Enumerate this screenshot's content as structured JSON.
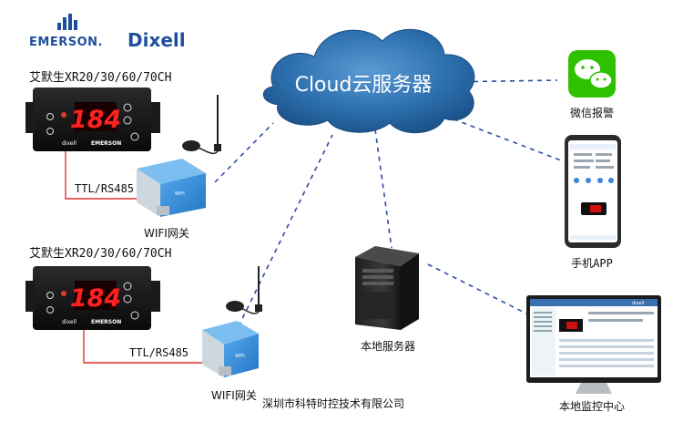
{
  "brands": {
    "emerson": "EMERSON.",
    "dixell": "Dixell",
    "device_emerson": "EMERSON",
    "device_dixell": "dixell"
  },
  "cloud": {
    "label": "Cloud云服务器"
  },
  "controllers": [
    {
      "title": "艾默生XR20/30/60/70CH",
      "display": "184",
      "link_label": "TTL/RS485",
      "gateway_label": "WIFI网关"
    },
    {
      "title": "艾默生XR20/30/60/70CH",
      "display": "184",
      "link_label": "TTL/RS485",
      "gateway_label": "WIFI网关"
    }
  ],
  "endpoints": {
    "wechat_label": "微信报警",
    "phone_label": "手机APP",
    "server_label": "本地服务器",
    "monitor_label": "本地监控中心",
    "monitor_logo": "dixell"
  },
  "footer": {
    "company": "深圳市科特时控技术有限公司"
  },
  "colors": {
    "cloud_fill": "#2c6fae",
    "cloud_edge": "#1d4f82",
    "dashed_link": "#2b4da3",
    "serial_link": "#e23232",
    "emerson_blue": "#1f4f9c",
    "dixell_blue": "#1d4f9e",
    "display_red": "#ff2020",
    "gateway_blue": "#2f86d4",
    "wechat_green": "#2dc100"
  },
  "icons": [
    "emerson-logo-icon",
    "cloud-icon",
    "wechat-icon",
    "phone-icon",
    "tower-server-icon",
    "monitor-icon",
    "antenna-icon",
    "wifi-gateway-icon",
    "controller-icon"
  ]
}
